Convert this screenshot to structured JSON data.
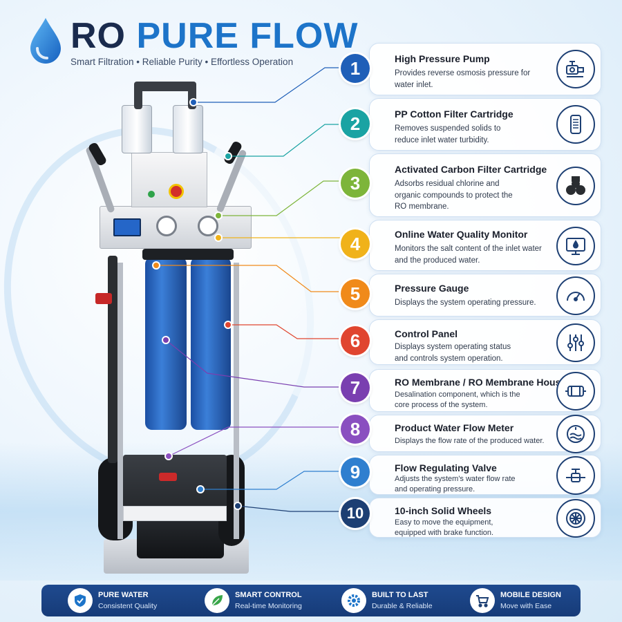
{
  "brand": {
    "title_part1": "RO ",
    "title_part2": "PURE FLOW",
    "tagline": "Smart Filtration • Reliable Purity • Effortless Operation",
    "logo_icon": "water-drop-icon",
    "colors": {
      "navy": "#1a2b4d",
      "blue": "#1d74c9"
    }
  },
  "features": [
    {
      "number": "1",
      "title": "High Pressure Pump",
      "desc": "Provides reverse osmosis pressure for water inlet.",
      "icon": "pump-icon",
      "color": "#1f5fb8"
    },
    {
      "number": "2",
      "title": "PP Cotton Filter Cartridge",
      "desc": "Removes suspended solids to reduce inlet water turbidity.",
      "icon": "filter-cartridge-icon",
      "color": "#1aa3a3"
    },
    {
      "number": "3",
      "title": "Activated Carbon Filter Cartridge",
      "desc": "Adsorbs residual chlorine and organic compounds to protect the RO membrane.",
      "icon": "carbon-granules-icon",
      "color": "#7db53a"
    },
    {
      "number": "4",
      "title": "Online Water Quality Monitor",
      "desc": "Monitors the salt content of the inlet water and the produced water.",
      "icon": "monitor-icon",
      "color": "#f0b21a"
    },
    {
      "number": "5",
      "title": "Pressure Gauge",
      "desc": "Displays the system operating pressure.",
      "icon": "gauge-icon",
      "color": "#f08a1a"
    },
    {
      "number": "6",
      "title": "Control Panel",
      "desc": "Displays system operating status and controls system operation.",
      "icon": "sliders-icon",
      "color": "#e0452f"
    },
    {
      "number": "7",
      "title": "RO Membrane / RO Membrane Housing",
      "desc": "Desalination component, which is the core process of the system.",
      "icon": "membrane-housing-icon",
      "color": "#7a3fb0"
    },
    {
      "number": "8",
      "title": "Product Water Flow Meter",
      "desc": "Displays the flow rate of the produced water.",
      "icon": "flow-meter-icon",
      "color": "#8a4fc0"
    },
    {
      "number": "9",
      "title": "Flow Regulating Valve",
      "desc": "Adjusts the system's water flow rate and operating pressure.",
      "icon": "valve-icon",
      "color": "#2f7fcf"
    },
    {
      "number": "10",
      "title": "10-inch Solid Wheels",
      "desc": "Easy to move the equipment, equipped with brake function.",
      "icon": "wheel-icon",
      "color": "#1d3f73"
    }
  ],
  "footer": [
    {
      "name": "PURE WATER",
      "sub": "Consistent Quality",
      "icon": "shield-check-icon"
    },
    {
      "name": "SMART CONTROL",
      "sub": "Real-time Monitoring",
      "icon": "leaf-icon"
    },
    {
      "name": "BUILT TO LAST",
      "sub": "Durable & Reliable",
      "icon": "gear-icon"
    },
    {
      "name": "MOBILE DESIGN",
      "sub": "Move with Ease",
      "icon": "cart-icon"
    }
  ],
  "machine": {
    "monitor_icon": "water-quality-display-icon",
    "gauge_icon": "pressure-gauge-icon",
    "button_icon": "emergency-stop-button-icon"
  }
}
